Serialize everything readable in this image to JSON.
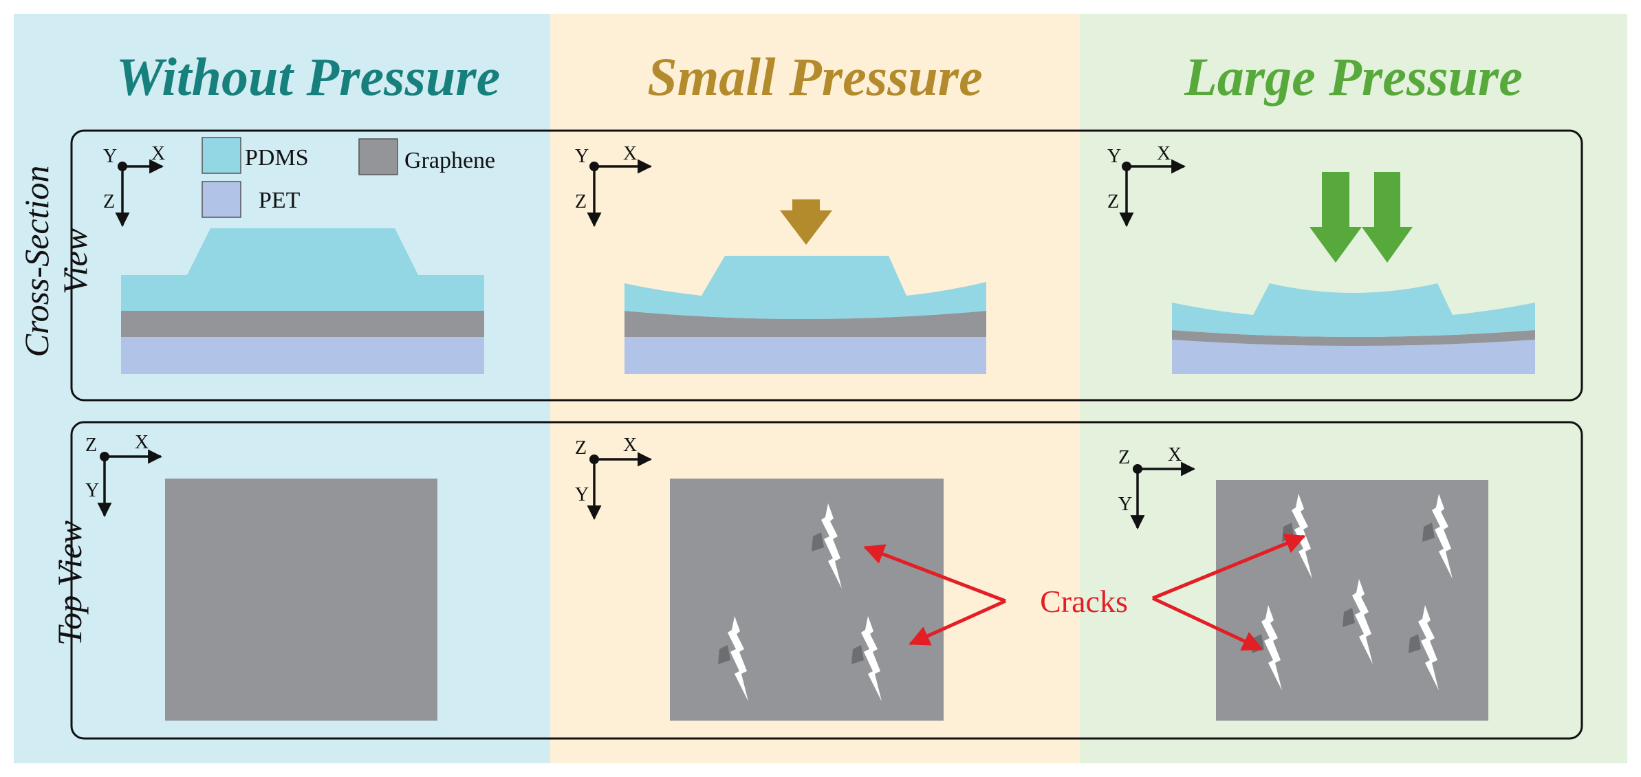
{
  "columns": [
    {
      "title": "Without Pressure",
      "title_color": "#17807c",
      "bg": "#d2ecf4"
    },
    {
      "title": "Small Pressure",
      "title_color": "#b38b2c",
      "bg": "#fdf0d7"
    },
    {
      "title": "Large Pressure",
      "title_color": "#58a93b",
      "bg": "#e4f1dd"
    }
  ],
  "rows": {
    "cross_section": "Cross-Section\nView",
    "cross_section_line1": "Cross-Section",
    "cross_section_line2": "View",
    "top": "Top View"
  },
  "legend": [
    {
      "label": "PDMS",
      "color": "#93d6e4"
    },
    {
      "label": "Graphene",
      "color": "#939598"
    },
    {
      "label": "PET",
      "color": "#b1c3e6"
    }
  ],
  "axes": {
    "cross_section": {
      "horizontal": "X",
      "vertical": "Z",
      "out_of_plane": "Y"
    },
    "top": {
      "horizontal": "X",
      "vertical": "Y",
      "out_of_plane": "Z"
    }
  },
  "callout": {
    "label": "Cracks",
    "color": "#e31e24"
  },
  "colors": {
    "pdms": "#93d6e4",
    "graphene": "#939598",
    "pet": "#b1c3e6",
    "crack": "#ffffff",
    "arrow_small": "#b38b2c",
    "arrow_large": "#58a93b",
    "frame": "#111111"
  }
}
